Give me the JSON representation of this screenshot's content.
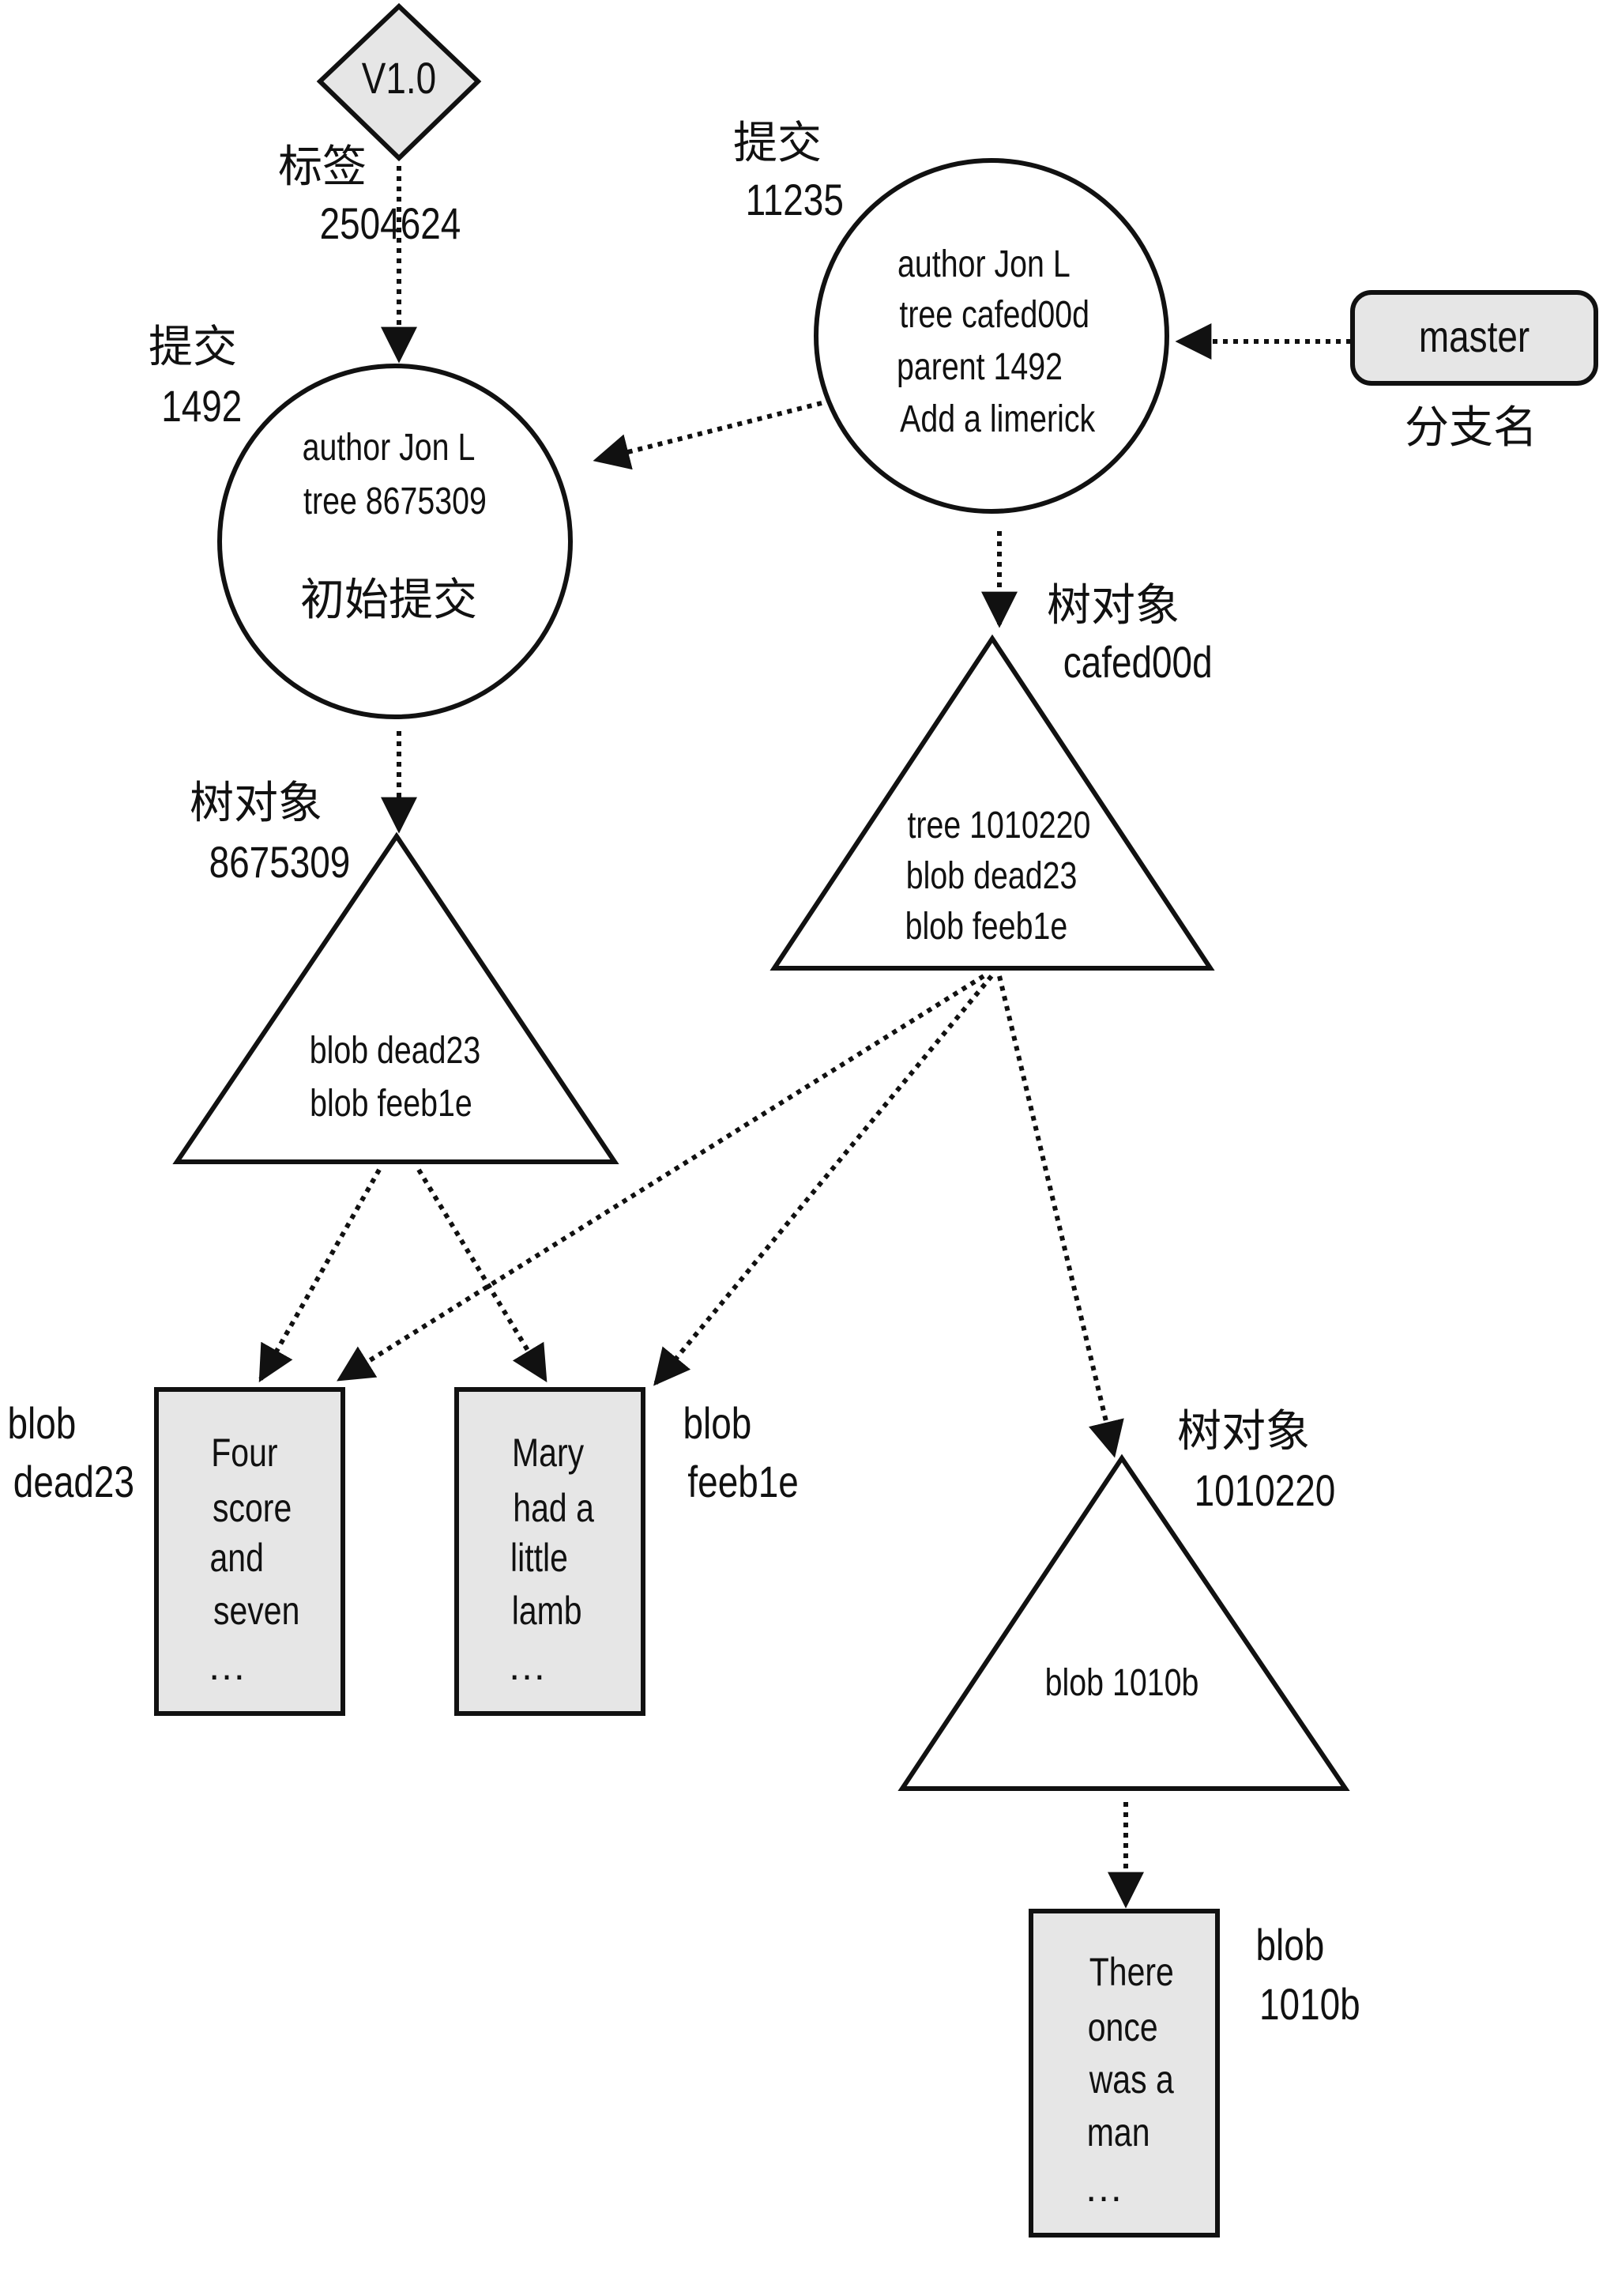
{
  "tag": {
    "box_text": "V1.0",
    "label": "标签",
    "id": "2504624"
  },
  "commit_1492": {
    "label": "提交",
    "id": "1492",
    "lines": [
      "author Jon L",
      "tree 8675309"
    ],
    "message": "初始提交"
  },
  "commit_11235": {
    "label": "提交",
    "id": "11235",
    "lines": [
      "author Jon L",
      "tree cafed00d",
      "parent 1492",
      "Add a limerick"
    ]
  },
  "branch": {
    "box_text": "master",
    "label": "分支名"
  },
  "tree_8675309": {
    "label": "树对象",
    "id": "8675309",
    "lines": [
      "blob dead23",
      "blob feeb1e"
    ]
  },
  "tree_cafed00d": {
    "label": "树对象",
    "id": "cafed00d",
    "lines": [
      "tree 1010220",
      "blob dead23",
      "blob feeb1e"
    ]
  },
  "tree_1010220": {
    "label": "树对象",
    "id": "1010220",
    "lines": [
      "blob 1010b"
    ]
  },
  "blob_dead23": {
    "label": "blob",
    "id": "dead23",
    "content": [
      "Four",
      "score",
      "and",
      "seven",
      "…"
    ]
  },
  "blob_feeb1e": {
    "label": "blob",
    "id": "feeb1e",
    "content": [
      "Mary",
      "had a",
      "little",
      "lamb",
      "…"
    ]
  },
  "blob_1010b": {
    "label": "blob",
    "id": "1010b",
    "content": [
      "There",
      "once",
      "was a",
      "man",
      "…"
    ]
  },
  "colors": {
    "box_fill": "#e6e6e6",
    "node_fill": "#ffffff",
    "stroke": "#111111"
  }
}
